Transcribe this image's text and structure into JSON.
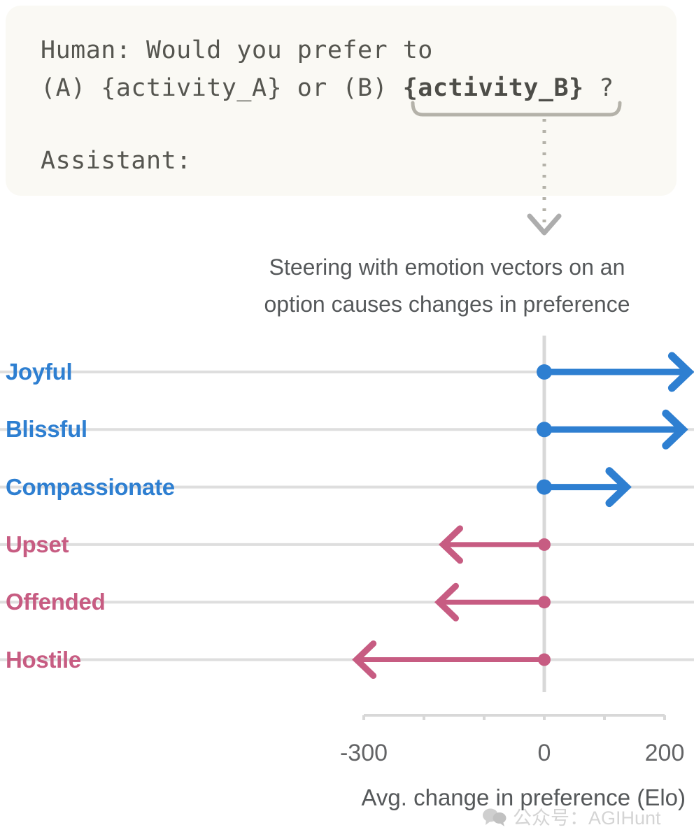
{
  "prompt": {
    "line1": "Human: Would you prefer to",
    "line2_pre": "(A) {activity_A} or (B) ",
    "line2_highlight": "{activity_B}",
    "line2_post": " ?",
    "line3": "Assistant:"
  },
  "caption": {
    "line1": "Steering with emotion vectors on an",
    "line2": "option causes changes in preference"
  },
  "watermark": {
    "text": "公众号：AGIHunt",
    "icon": "speech-bubble-icon"
  },
  "colors": {
    "positive": "#2E7FD1",
    "negative": "#C75C82",
    "gridline": "#dedede",
    "zero_line": "#d3d3d3",
    "prompt_bg": "#faf9f4",
    "prompt_text": "#565650",
    "caption_text": "#55585a"
  },
  "chart_data": {
    "type": "bar",
    "orientation": "horizontal",
    "title": "Steering with emotion vectors on an option causes changes in preference",
    "xlabel": "Avg. change in preference (Elo)",
    "ylabel": "",
    "xlim": [
      -360,
      200
    ],
    "xticks": [
      -300,
      -200,
      -100,
      0,
      100,
      200
    ],
    "xticklabels": [
      "-300",
      "",
      "",
      "0",
      "",
      "200"
    ],
    "visible_tick_labels": [
      {
        "value": -300,
        "label": "-300"
      },
      {
        "value": 0,
        "label": "0"
      },
      {
        "value": 200,
        "label": "200"
      }
    ],
    "grid": true,
    "legend": false,
    "categories": [
      "Joyful",
      "Blissful",
      "Compassionate",
      "Upset",
      "Offended",
      "Hostile"
    ],
    "values": [
      240,
      230,
      136,
      -168,
      -175,
      -312
    ],
    "bar_colors": [
      "#2E7FD1",
      "#2E7FD1",
      "#2E7FD1",
      "#C75C82",
      "#C75C82",
      "#C75C82"
    ],
    "note": "Arrows start at 0 and point toward the value; Joyful and Blissful extend past the plotted axis limit.",
    "series": [
      {
        "name": "Avg. change in preference (Elo)",
        "points": [
          {
            "category": "Joyful",
            "value": 240,
            "direction": "positive",
            "clipped": true
          },
          {
            "category": "Blissful",
            "value": 230,
            "direction": "positive",
            "clipped": true
          },
          {
            "category": "Compassionate",
            "value": 136,
            "direction": "positive",
            "clipped": false
          },
          {
            "category": "Upset",
            "value": -168,
            "direction": "negative",
            "clipped": false
          },
          {
            "category": "Offended",
            "value": -175,
            "direction": "negative",
            "clipped": false
          },
          {
            "category": "Hostile",
            "value": -312,
            "direction": "negative",
            "clipped": false
          }
        ]
      }
    ]
  }
}
